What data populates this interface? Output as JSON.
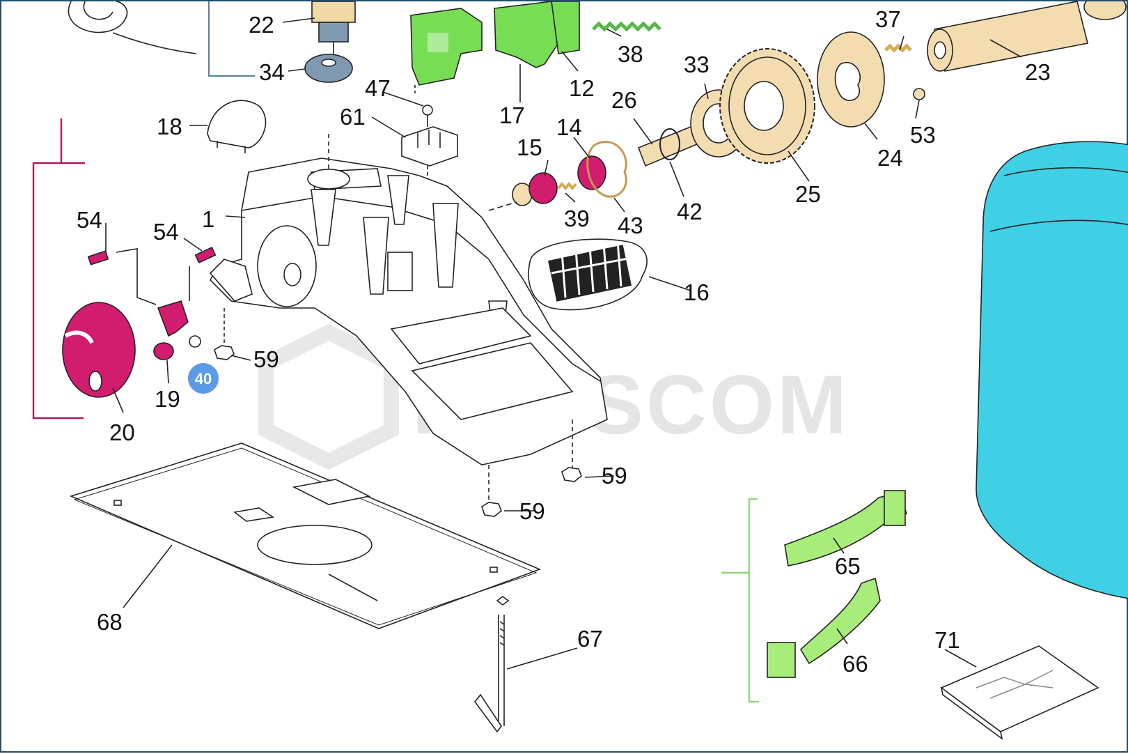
{
  "watermark": "PLUSCOM",
  "hotspot": {
    "label": "40",
    "color": "#5b9be6"
  },
  "colors": {
    "magenta": "#d21c6e",
    "green": "#77dd55",
    "green_light": "#a8ec7a",
    "tan": "#f3dcb0",
    "cyan": "#3fd0e6",
    "steel": "#7f9ab0",
    "bracket_red": "#b0195a",
    "bracket_green": "#8fd878",
    "bracket_blue": "#5a7ea0"
  },
  "parts": {
    "p1": "1",
    "p12": "12",
    "p14": "14",
    "p15": "15",
    "p16": "16",
    "p17": "17",
    "p18": "18",
    "p19": "19",
    "p20": "20",
    "p22": "22",
    "p23": "23",
    "p24": "24",
    "p25": "25",
    "p26": "26",
    "p33": "33",
    "p34": "34",
    "p37": "37",
    "p38": "38",
    "p39": "39",
    "p42": "42",
    "p43": "43",
    "p47": "47",
    "p53": "53",
    "p54a": "54",
    "p54b": "54",
    "p59a": "59",
    "p59b": "59",
    "p59c": "59",
    "p61": "61",
    "p65": "65",
    "p66": "66",
    "p67": "67",
    "p68": "68",
    "p71": "71"
  }
}
